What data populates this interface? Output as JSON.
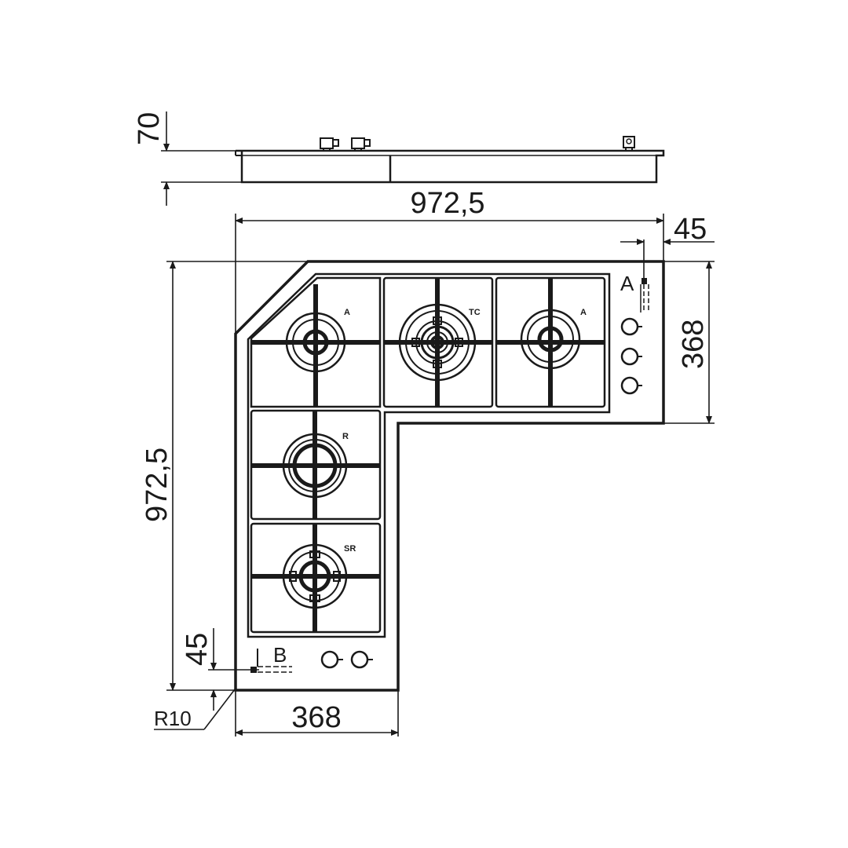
{
  "dimensions": {
    "side_height": "70",
    "top_width": "972,5",
    "left_height": "972,5",
    "offset_a": "45",
    "right_depth": "368",
    "offset_b": "45",
    "bottom_depth": "368",
    "corner_radius": "R10"
  },
  "markers": {
    "a": "A",
    "b": "B"
  },
  "burners": [
    {
      "name": "burner-a-left",
      "label": "A"
    },
    {
      "name": "burner-tc",
      "label": "TC"
    },
    {
      "name": "burner-a-right",
      "label": "A"
    },
    {
      "name": "burner-r",
      "label": "R"
    },
    {
      "name": "burner-sr",
      "label": "SR"
    }
  ],
  "knobs": {
    "right_column": 3,
    "bottom_row": 2
  }
}
